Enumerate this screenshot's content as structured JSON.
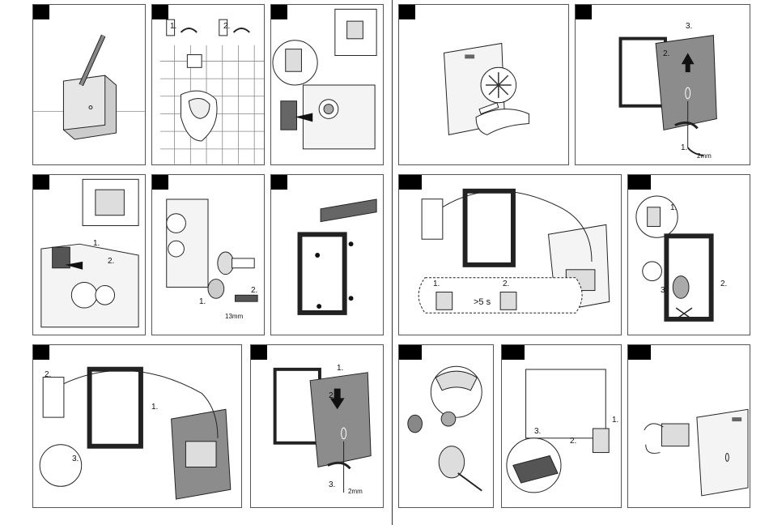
{
  "labels": {
    "p2_step1": "1.",
    "p2_step2": "2.",
    "p5_step3": "3.",
    "p5_step2": "2.",
    "p5_step1": "1.",
    "p5_tool": "2mm",
    "p6_step1": "1.",
    "p6_step2": "2.",
    "p7_step1": "1.",
    "p7_step2": "2.",
    "p7_tool": "13mm",
    "p9_step1": "1.",
    "p9_step2": "2.",
    "p9_time": ">5 s",
    "p10_step1": "1.",
    "p10_step2": "2.",
    "p10_step3": "3.",
    "p11_step2": "2.",
    "p11_step1": "1.",
    "p11_step3": "3.",
    "p12_step1": "1.",
    "p12_step2": "2.",
    "p12_step3": "3.",
    "p12_tool": "2mm",
    "p14_step3": "3.",
    "p14_step2": "2.",
    "p14_step1": "1."
  },
  "colors": {
    "frame": "#555555",
    "ink": "#222222",
    "grey_plate": "#8c8c8c",
    "light_plate": "#d9d9d9"
  }
}
